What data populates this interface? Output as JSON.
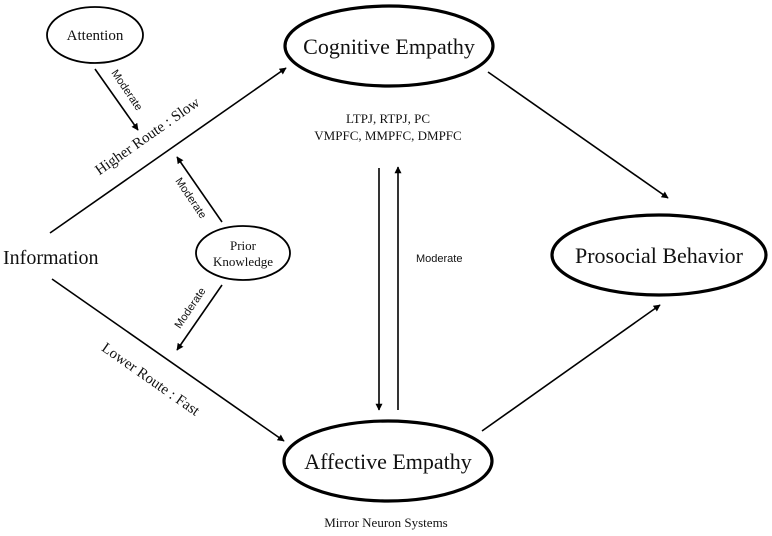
{
  "diagram": {
    "nodes": {
      "attention": {
        "label": "Attention",
        "shape": "ellipse",
        "emphasis": "normal"
      },
      "cognitive": {
        "label": "Cognitive Empathy",
        "shape": "ellipse",
        "emphasis": "bold"
      },
      "prior": {
        "label_lines": [
          "Prior",
          "Knowledge"
        ],
        "shape": "ellipse",
        "emphasis": "normal"
      },
      "information": {
        "label": "Information",
        "shape": "text"
      },
      "prosocial": {
        "label": "Prosocial Behavior",
        "shape": "ellipse",
        "emphasis": "bold"
      },
      "affective": {
        "label": "Affective Empathy",
        "shape": "ellipse",
        "emphasis": "bold"
      }
    },
    "annotations": {
      "cognitive_regions_line1": "LTPJ, RTPJ, PC",
      "cognitive_regions_line2": "VMPFC, MMPFC, DMPFC",
      "affective_regions": "Mirror Neuron Systems"
    },
    "edges": [
      {
        "id": "information-to-cognitive",
        "from": "information",
        "to": "cognitive",
        "label": "Higher Route : Slow"
      },
      {
        "id": "information-to-affective",
        "from": "information",
        "to": "affective",
        "label": "Lower Route : Fast"
      },
      {
        "id": "attention-moderates-higher",
        "from": "attention",
        "to": "information-to-cognitive",
        "label": "Moderate"
      },
      {
        "id": "prior-moderates-higher",
        "from": "prior",
        "to": "information-to-cognitive",
        "label": "Moderate"
      },
      {
        "id": "prior-moderates-lower",
        "from": "prior",
        "to": "information-to-affective",
        "label": "Moderate"
      },
      {
        "id": "cognitive-to-affective",
        "from": "cognitive",
        "to": "affective",
        "label": ""
      },
      {
        "id": "affective-to-cognitive",
        "from": "affective",
        "to": "cognitive",
        "label": "Moderate"
      },
      {
        "id": "cognitive-to-prosocial",
        "from": "cognitive",
        "to": "prosocial",
        "label": ""
      },
      {
        "id": "affective-to-prosocial",
        "from": "affective",
        "to": "prosocial",
        "label": ""
      }
    ]
  }
}
